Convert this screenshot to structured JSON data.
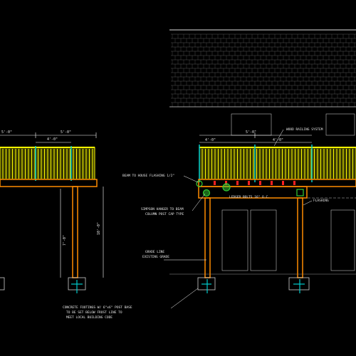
{
  "drawing": {
    "background": "#000000",
    "colors": {
      "railing": "#ffff00",
      "railing_post": "#00cccc",
      "beam": "#ff8c00",
      "joist_dot": "#ff2020",
      "connector": "#33cc33",
      "house_line": "#cfcfcf",
      "dimension": "#ffffff",
      "footing_core": "#00cccc"
    }
  },
  "left_elevation": {
    "dim_top_left": "5'-0\"",
    "dim_top_right": "5'-0\"",
    "dim_rail_spacing": "4'-0\"",
    "dim_post_height": "7'-0\"",
    "dim_overall_height": "10'-0\""
  },
  "right_elevation": {
    "dim_top": "5'-0\"",
    "dim_rail_spacing_left": "4'-0\"",
    "dim_rail_spacing_right": "4'-0\"",
    "callout_railing": "WOOD RAILING SYSTEM",
    "callout_beam": "BEAM TO HOUSE FLASHING 1/2\"",
    "callout_connector_1": "SIMPSON HANGER TO BEAM",
    "callout_connector_2": "COLUMN POST CAP TYPE",
    "callout_ledger": "LEDGER BOLTS 16\" O.C.",
    "callout_flashing": "FLASHING",
    "callout_grade_1": "GRADE LINE",
    "callout_grade_2": "EXISTING GRADE",
    "callout_footing_1": "CONCRETE FOOTINGS W/ 6\"x6\" POST BASE",
    "callout_footing_2": "TO BE SET BELOW FROST LINE TO",
    "callout_footing_3": "MEET LOCAL BUILDING CODE"
  }
}
